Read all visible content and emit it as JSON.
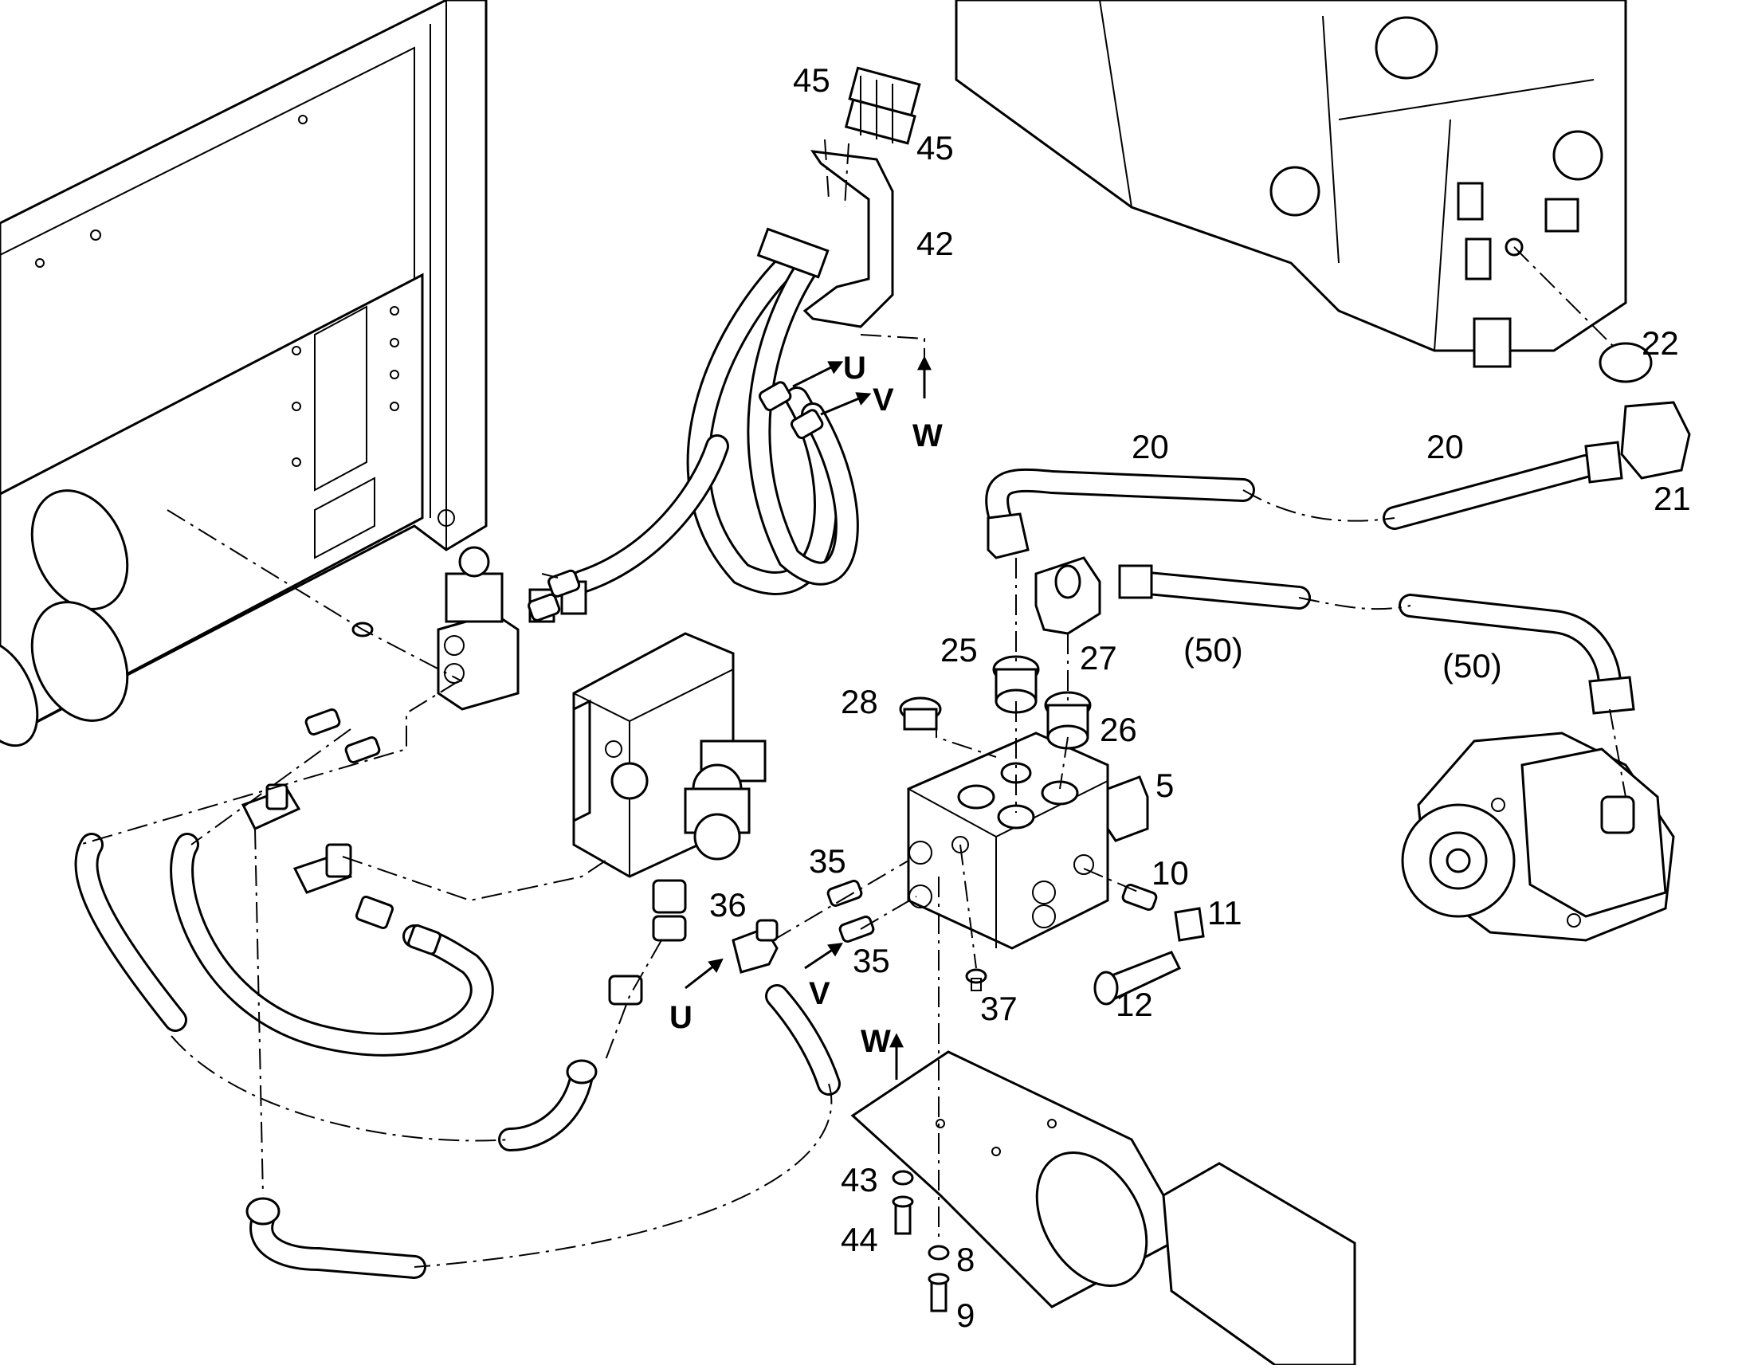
{
  "diagram": {
    "part_labels": [
      "45",
      "45",
      "42",
      "22",
      "20",
      "20",
      "21",
      "25",
      "27",
      "(50)",
      "(50)",
      "28",
      "26",
      "5",
      "35",
      "35",
      "36",
      "10",
      "11",
      "12",
      "37",
      "43",
      "44",
      "8",
      "9"
    ],
    "flow_labels": [
      "U",
      "V",
      "W",
      "U",
      "V",
      "W"
    ]
  }
}
